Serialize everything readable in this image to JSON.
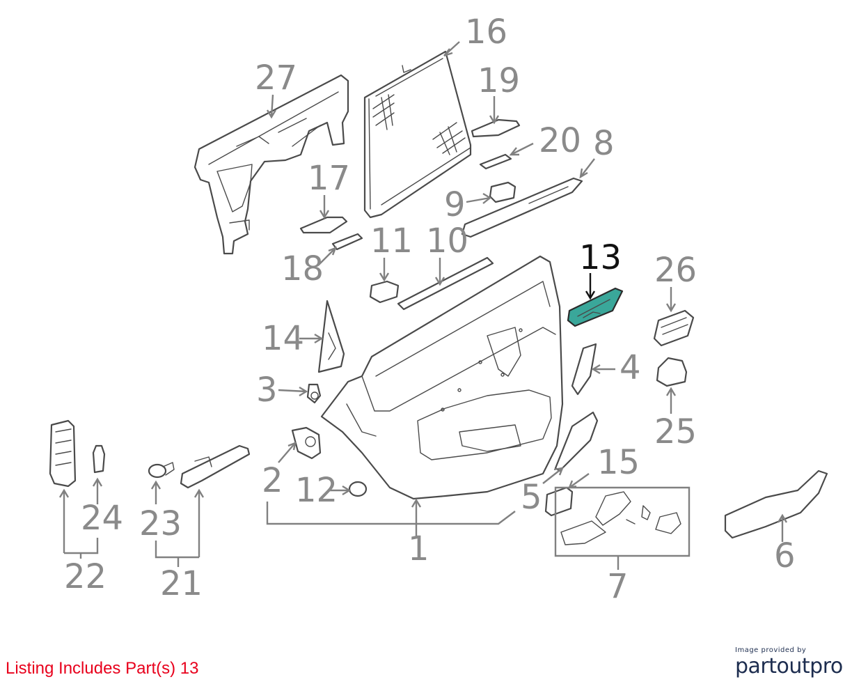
{
  "callouts": {
    "c1": "1",
    "c2": "2",
    "c3": "3",
    "c4": "4",
    "c5": "5",
    "c6": "6",
    "c7": "7",
    "c8": "8",
    "c9": "9",
    "c10": "10",
    "c11": "11",
    "c12": "12",
    "c13": "13",
    "c14": "14",
    "c15": "15",
    "c16": "16",
    "c17": "17",
    "c18": "18",
    "c19": "19",
    "c20": "20",
    "c21": "21",
    "c22": "22",
    "c23": "23",
    "c24": "24",
    "c25": "25",
    "c26": "26",
    "c27": "27"
  },
  "highlighted_part": "13",
  "colors": {
    "highlight_fill": "#3aa79a",
    "callout_text": "#8a8a8a",
    "listing_text": "#e8001c",
    "credit_text": "#1d2d4f"
  },
  "footer": {
    "listing": "Listing Includes Part(s) 13",
    "credit_small": "Image provided by",
    "credit_logo": "partoutpro"
  }
}
